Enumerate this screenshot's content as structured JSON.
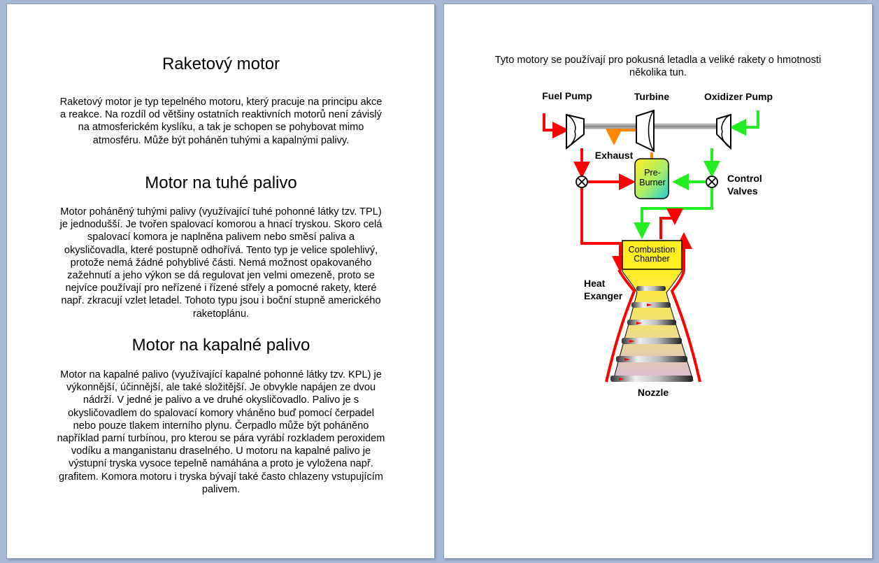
{
  "page1": {
    "title": "Raketový motor",
    "intro": "Raketový motor je typ tepelného motoru, který pracuje na principu akce a reakce. Na rozdíl od většiny ostatních reaktivních motorů není závislý na atmosferickém kyslíku, a tak je schopen se pohybovat mimo atmosféru. Může být poháněn tuhými a kapalnými palivy.",
    "solid_heading": "Motor na tuhé palivo",
    "solid_text": "Motor poháněný tuhými palivy (využívající tuhé pohonné látky tzv. TPL) je jednodušší. Je tvořen spalovací komorou a hnací tryskou. Skoro celá spalovací komora je naplněna palivem nebo směsí paliva a okysličovadla, které postupně odhořívá. Tento typ je velice spolehlivý, protože nemá žádné pohyblivé části. Nemá možnost opakovaného zažehnutí a jeho výkon se dá regulovat jen velmi omezeně, proto se nejvíce používají pro neřízené i řízené střely a pomocné rakety, které např. zkracují vzlet letadel. Tohoto typu jsou i boční stupně amerického raketoplánu.",
    "liquid_heading": "Motor na kapalné palivo",
    "liquid_text": "Motor na kapalné palivo (využívající kapalné pohonné látky tzv. KPL) je výkonnější, účinnější, ale také složitější. Je obvykle napájen ze dvou nádrží. V jedné je palivo a ve druhé okysličovadlo. Palivo je s okysličovadlem do spalovací komory vháněno buď pomocí čerpadel nebo pouze tlakem interního plynu. Čerpadlo může být poháněno například parní turbínou, pro kterou se pára vyrábí rozkladem peroxidem vodíku a manganistanu draselného. U motoru na kapalné palivo je výstupní tryska vysoce tepelně namáhána a proto je vyložena např. grafitem. Komora motoru i tryska bývají také často chlazeny vstupujícím palivem."
  },
  "page2": {
    "intro": "Tyto motory se používají pro pokusná letadla a veliké rakety o hmotnosti několika tun.",
    "diagram": {
      "fuel_pump": "Fuel Pump",
      "turbine": "Turbine",
      "oxidizer_pump": "Oxidizer Pump",
      "exhaust": "Exhaust",
      "preburner_line1": "Pre-",
      "preburner_line2": "Burner",
      "control_line1": "Control",
      "control_line2": "Valves",
      "chamber_line1": "Combustion",
      "chamber_line2": "Chamber",
      "heat_line1": "Heat",
      "heat_line2": "Exanger",
      "nozzle": "Nozzle",
      "colors": {
        "fuel": "#ff0000",
        "oxidizer": "#22ee22",
        "exhaust": "#ff8800",
        "chamber": "#ffee22",
        "shaft": "#999999"
      }
    }
  }
}
